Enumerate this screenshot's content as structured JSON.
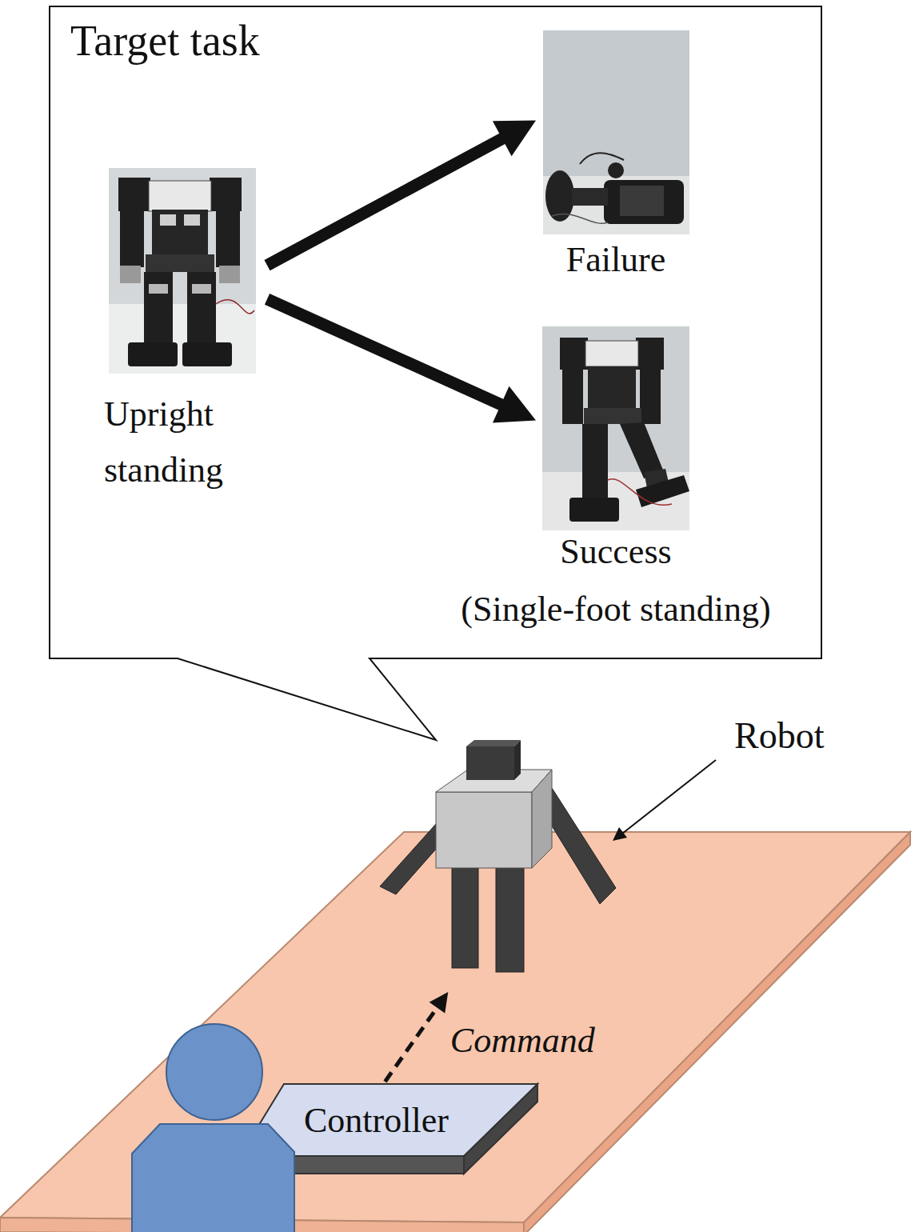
{
  "diagram": {
    "nodes": [
      {
        "text": [
          "Target task"
        ]
      },
      {
        "text": [
          "Upright standing"
        ],
        "in": 0
      },
      {
        "text": [
          "Failure"
        ],
        "in": 0
      },
      {
        "text": [
          "Success",
          "(Single-foot standing)"
        ],
        "in": 0
      },
      {
        "text": [
          "Robot"
        ]
      },
      {
        "text": [
          "Controller"
        ]
      }
    ],
    "edges": [
      {
        "from": 1,
        "to": 2,
        "arrow": "to"
      },
      {
        "from": 1,
        "to": 3,
        "arrow": "to"
      },
      {
        "from": 5,
        "to": 4,
        "arrow": "to",
        "label": "Command"
      }
    ]
  }
}
